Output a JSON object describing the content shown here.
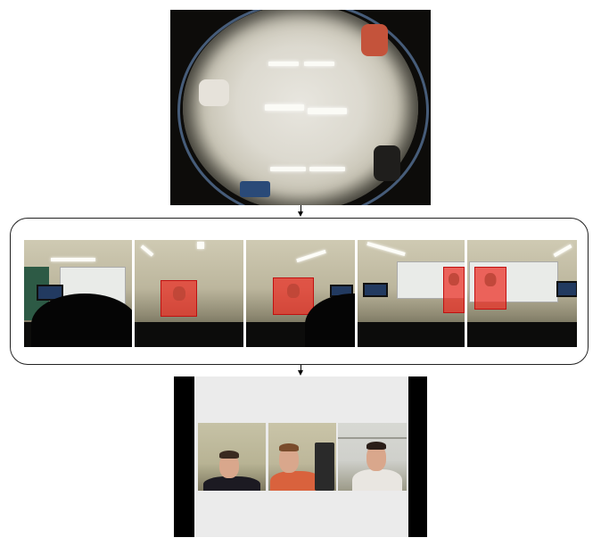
{
  "diagram": {
    "stages": [
      {
        "id": "fisheye-input",
        "kind": "fisheye camera frame"
      },
      {
        "id": "panorama-tiles",
        "kind": "unwarped perspective views with detected people",
        "tile_count": 5,
        "detections_per_tile": [
          0,
          1,
          1,
          1,
          1
        ]
      },
      {
        "id": "speaker-crops",
        "kind": "composited output frame",
        "crop_count": 3
      }
    ],
    "edges": [
      {
        "from": "fisheye-input",
        "to": "panorama-tiles"
      },
      {
        "from": "panorama-tiles",
        "to": "speaker-crops"
      }
    ]
  },
  "colors": {
    "detection": "#eb2d23",
    "frame_border": "#222222",
    "output_background": "#ebebeb",
    "letterbox": "#000000"
  }
}
